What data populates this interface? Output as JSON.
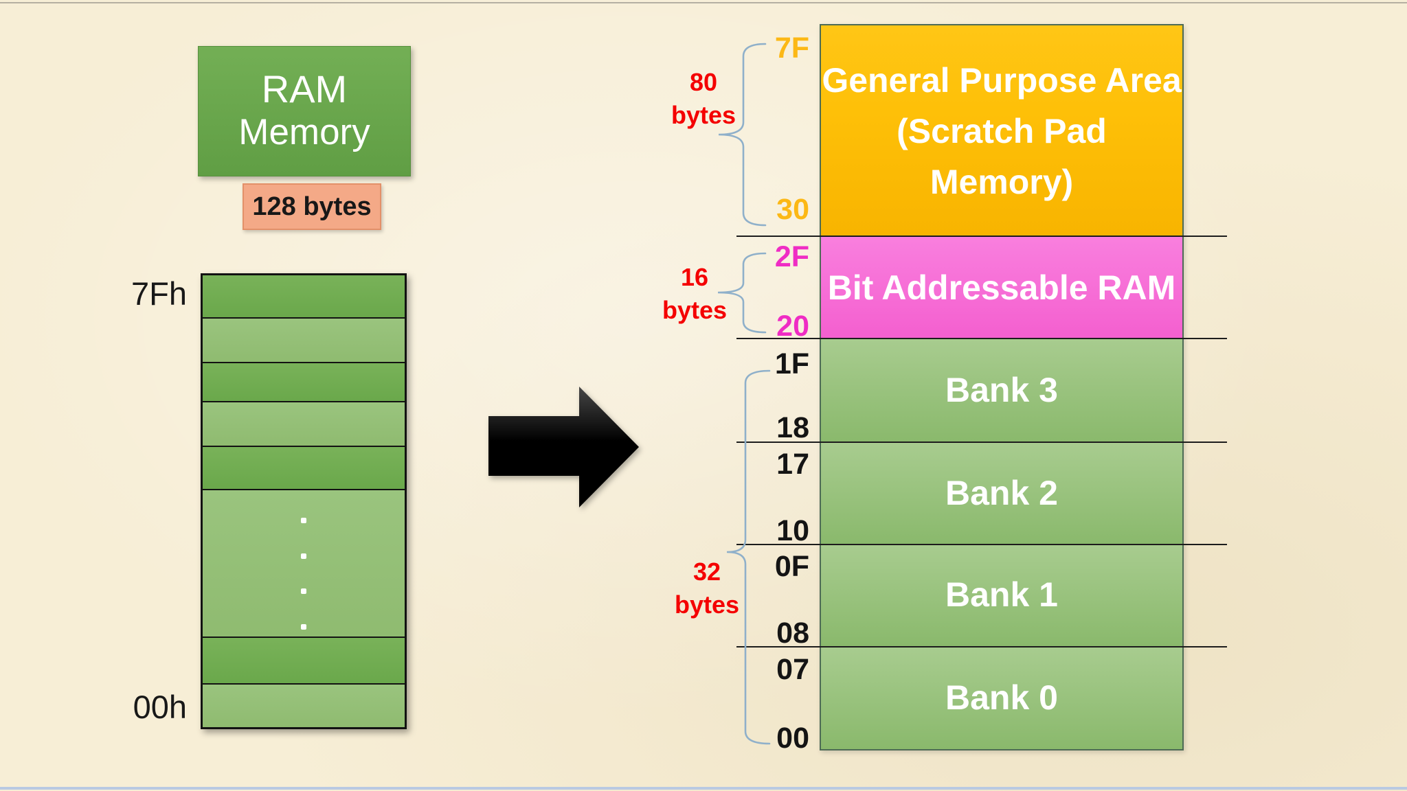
{
  "colors": {
    "bg": "#f7eed6",
    "gold-fill": "#fec008",
    "pink-fill": "#f97fde",
    "bank-green": "#9ac27e",
    "stack-dark-green": "#72ad52",
    "stack-light-green": "#95c078",
    "title-green": "#6aa84d",
    "salmon-fill": "#f4a987",
    "gold-label-color": "#fcb815",
    "magenta-label-color": "#ef2cc4",
    "red-label-color": "#f40000",
    "brace-color": "#8fb0ca",
    "line-color": "#1c1c1c"
  },
  "title_box": {
    "line1": "RAM",
    "line2": "Memory"
  },
  "size_box": {
    "label": "128 bytes"
  },
  "left_stack": {
    "top_label": "7Fh",
    "bottom_label": "00h"
  },
  "memory_map": {
    "general": {
      "line1": "General Purpose Area",
      "line2": "(Scratch Pad Memory)",
      "top_addr": "7F",
      "bottom_addr": "30"
    },
    "bit_addr": {
      "label": "Bit Addressable RAM",
      "top_addr": "2F",
      "bottom_addr": "20"
    },
    "banks": [
      {
        "label": "Bank 3",
        "top_addr": "1F",
        "bottom_addr": "18"
      },
      {
        "label": "Bank 2",
        "top_addr": "17",
        "bottom_addr": "10"
      },
      {
        "label": "Bank 1",
        "top_addr": "0F",
        "bottom_addr": "08"
      },
      {
        "label": "Bank 0",
        "top_addr": "07",
        "bottom_addr": "00"
      }
    ],
    "brackets": [
      {
        "value": "80",
        "unit": "bytes"
      },
      {
        "value": "16",
        "unit": "bytes"
      },
      {
        "value": "32",
        "unit": "bytes"
      }
    ]
  }
}
